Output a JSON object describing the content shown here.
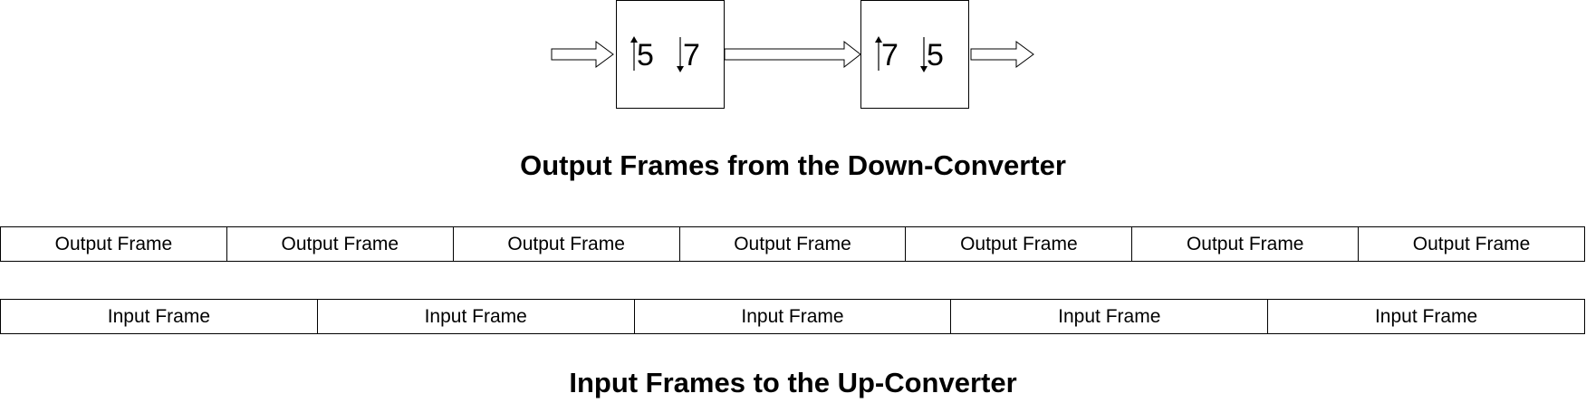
{
  "block_diagram": {
    "stage_1": {
      "up_factor": "5",
      "down_factor": "7"
    },
    "stage_2": {
      "up_factor": "7",
      "down_factor": "5"
    }
  },
  "output_section": {
    "title": "Output Frames from the Down-Converter",
    "frames": [
      "Output Frame",
      "Output Frame",
      "Output Frame",
      "Output Frame",
      "Output Frame",
      "Output Frame",
      "Output Frame"
    ]
  },
  "input_section": {
    "title": "Input Frames to the Up-Converter",
    "frames": [
      "Input Frame",
      "Input Frame",
      "Input Frame",
      "Input Frame",
      "Input Frame"
    ]
  }
}
